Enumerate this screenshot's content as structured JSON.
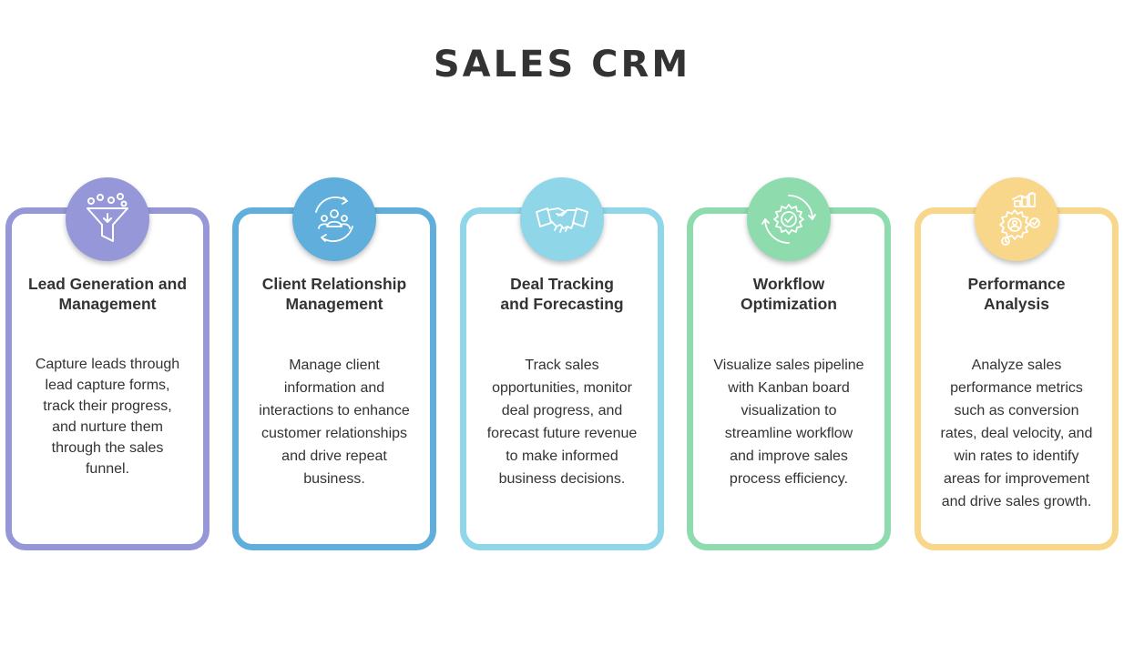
{
  "page": {
    "title": "SALES CRM"
  },
  "cards": [
    {
      "id": "lead",
      "color": "#9597d8",
      "icon": "funnel-icon",
      "title_lines": [
        "Lead Generation and",
        "Management"
      ],
      "desc_lines": [
        "Capture leads through",
        "lead capture forms,",
        "track their progress,",
        "and nurture them",
        "through the sales",
        "funnel."
      ]
    },
    {
      "id": "client",
      "color": "#5faedb",
      "icon": "people-cycle-icon",
      "title_lines": [
        "Client Relationship",
        "Management"
      ],
      "desc_lines": [
        "Manage client",
        "information and",
        "interactions to enhance",
        "customer relationships",
        "and drive repeat",
        "business."
      ]
    },
    {
      "id": "deal",
      "color": "#8fd6e8",
      "icon": "handshake-icon",
      "title_lines": [
        "Deal Tracking",
        "and Forecasting"
      ],
      "desc_lines": [
        "Track sales",
        "opportunities, monitor",
        "deal progress, and",
        "forecast future revenue",
        "to make informed",
        "business decisions."
      ]
    },
    {
      "id": "workflow",
      "color": "#8edcad",
      "icon": "gear-check-icon",
      "title_lines": [
        "Workflow",
        "Optimization"
      ],
      "desc_lines": [
        "Visualize sales pipeline",
        "with Kanban board",
        "visualization to",
        "streamline workflow",
        "and improve sales",
        "process efficiency."
      ]
    },
    {
      "id": "performance",
      "color": "#f8d68a",
      "icon": "performance-gear-icon",
      "title_lines": [
        "Performance",
        "Analysis"
      ],
      "desc_lines": [
        "Analyze sales",
        "performance metrics",
        "such as conversion",
        "rates, deal velocity, and",
        "win rates to identify",
        "areas for improvement",
        "and drive sales growth."
      ]
    }
  ]
}
